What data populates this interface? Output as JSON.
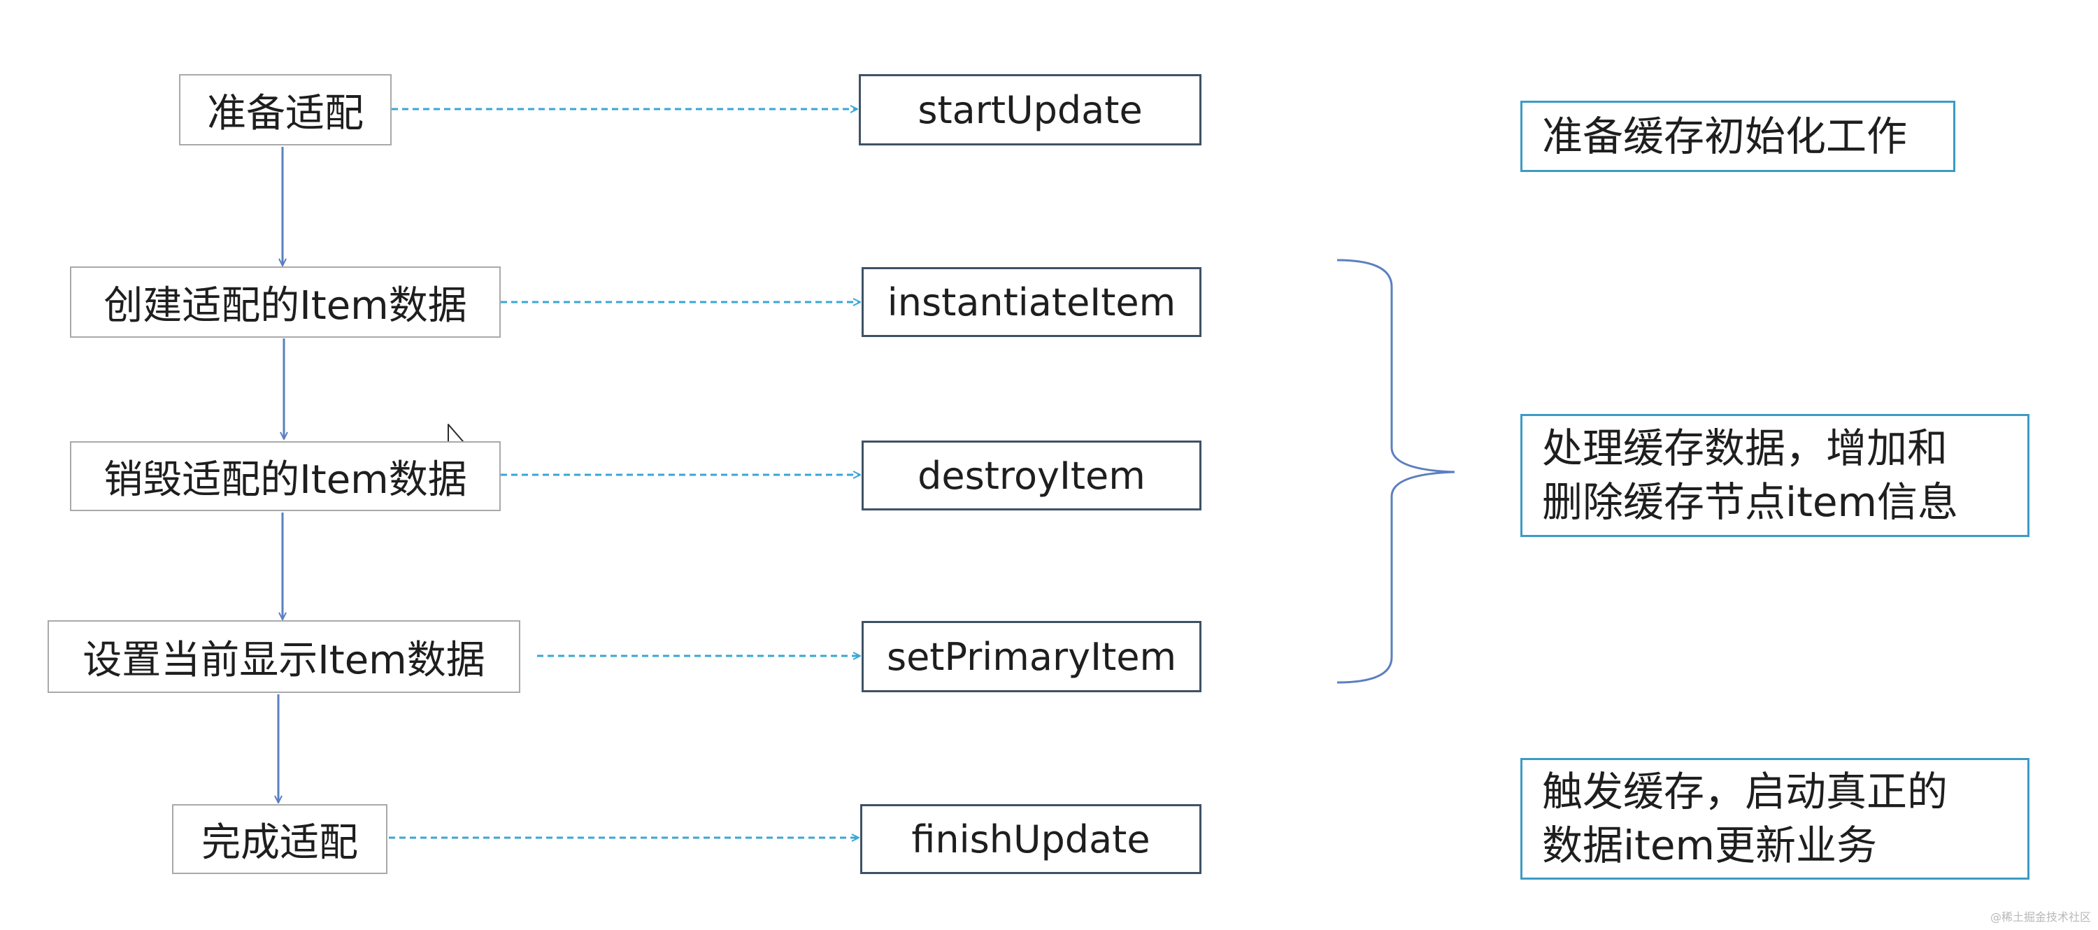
{
  "steps": {
    "prepare": "准备适配",
    "create_item": "创建适配的Item数据",
    "destroy_item": "销毁适配的Item数据",
    "set_primary_item": "设置当前显示Item数据",
    "finish": "完成适配"
  },
  "methods": {
    "start_update": "startUpdate",
    "instantiate_item": "instantiateItem",
    "destroy_item": "destroyItem",
    "set_primary_item": "setPrimaryItem",
    "finish_update": "finishUpdate"
  },
  "notes": {
    "init": "准备缓存初始化工作",
    "process_lines": [
      "处理缓存数据，增加和",
      "删除缓存节点item信息"
    ],
    "trigger_lines": [
      "触发缓存，启动真正的",
      "数据item更新业务"
    ]
  },
  "watermark": "@稀土掘金技术社区",
  "colors": {
    "flow_arrow": "#5b7fc0",
    "dashed_arrow": "#39a6d6",
    "brace": "#5b7fc0",
    "step_border": "#a9a9a9",
    "method_border": "#3e5266",
    "note_border": "#3c9bc4"
  }
}
